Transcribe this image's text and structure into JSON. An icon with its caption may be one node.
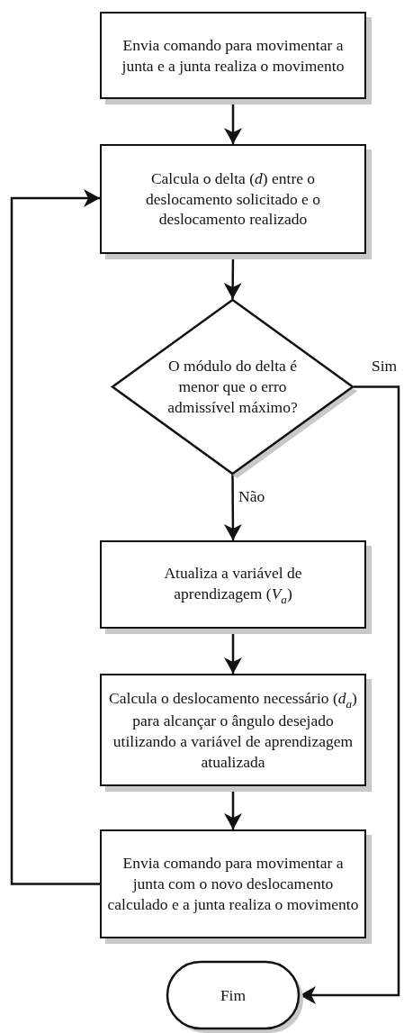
{
  "diagram": {
    "nodes": [
      {
        "text": [
          "Envia comando para movimentar a junta e a junta realiza o movimento"
        ]
      },
      {
        "text": [
          "Calcula o delta (*d*) entre o deslocamento solicitado e o deslocamento realizado"
        ]
      },
      {
        "text": [
          "O módulo do delta é menor que o erro admissível máximo?"
        ]
      },
      {
        "text": [
          "Atualiza a variável de aprendizagem (*V*$_{a}$)"
        ]
      },
      {
        "text": [
          "Calcula o deslocamento necessário (*d*$_{a}$) para alcançar o ângulo desejado utilizando a variável de aprendizagem atualizada"
        ]
      },
      {
        "text": [
          "Envia comando para movimentar a junta com o novo deslocamento calculado e a junta realiza o movimento"
        ]
      },
      {
        "text": [
          "Fim"
        ]
      }
    ],
    "edges": [
      {
        "from": 0,
        "to": 1,
        "arrow": "to"
      },
      {
        "from": 1,
        "to": 2,
        "arrow": "to"
      },
      {
        "from": 2,
        "to": 3,
        "arrow": "to",
        "label": "Não"
      },
      {
        "from": 3,
        "to": 4,
        "arrow": "to"
      },
      {
        "from": 4,
        "to": 5,
        "arrow": "to"
      },
      {
        "from": 5,
        "to": 1,
        "arrow": "to"
      },
      {
        "from": 2,
        "to": 6,
        "arrow": "to",
        "label": "Sim"
      }
    ]
  }
}
